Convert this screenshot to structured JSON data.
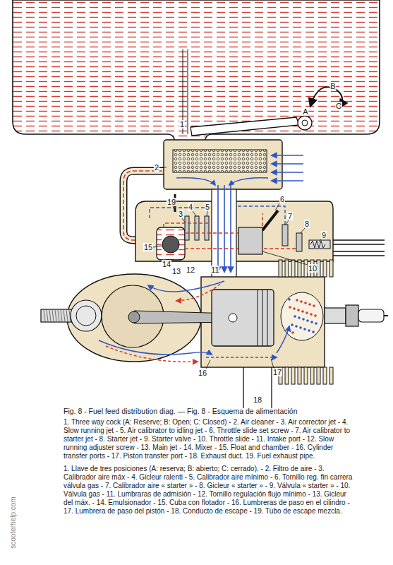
{
  "diagram": {
    "title": "Fig. 8 - Fuel feed distribution diag. — Fig. 8 - Esquema de alimentación",
    "caption": "1. Three way cock (A: Reserve; B: Open; C: Closed) - 2. Air cleaner - 3. Air corrector jet - 4. Slow running jet - 5. Air calibrator to idling jet - 6. Throttle slide set screw - 7. Air calibrator to starter jet - 8. Starter jet - 9. Starter valve - 10. Throttle slide - 11. Intake port - 12. Slow running adjuster screw - 13. Main jet - 14. Mixer - 15. Float and chamber - 16. Cylinder transfer ports - 17. Piston transfer port - 18. Exhaust duct. 19. Fuel exhaust pipe.",
    "labels": [
      "1",
      "2",
      "3",
      "4",
      "5",
      "6",
      "7",
      "8",
      "9",
      "10",
      "11",
      "12",
      "13",
      "14",
      "15",
      "16",
      "17",
      "18",
      "19",
      "A",
      "B",
      "C",
      "1. Llave de tres posiciones (A: reserva; B: abierto; C: cerrado). - 2. Filtro de aire - 3. Calibrador aire máx - 4. Gicleur ralenti - 5. Calibrador aire mínimo - 6. Tornillo reg. fin carrera válvula gas - 7. Calibrador aire « starter » - 8. Gicleur « starter » - 9. Válvula « starter » - 10. Válvula gas - 11. Lumbraras de admisión - 12. Tornillo regulación flujo mínimo - 13. Gicleur del máx. - 14. Emulsionador - 15. Cuba con flotador - 16. Lumbreras de paso en el cilindro - 17. Lumbrera de paso del pistón - 18. Conducto de escape - 19. Tubo de escape mezcla.",
      "scooterhelp.com"
    ]
  }
}
